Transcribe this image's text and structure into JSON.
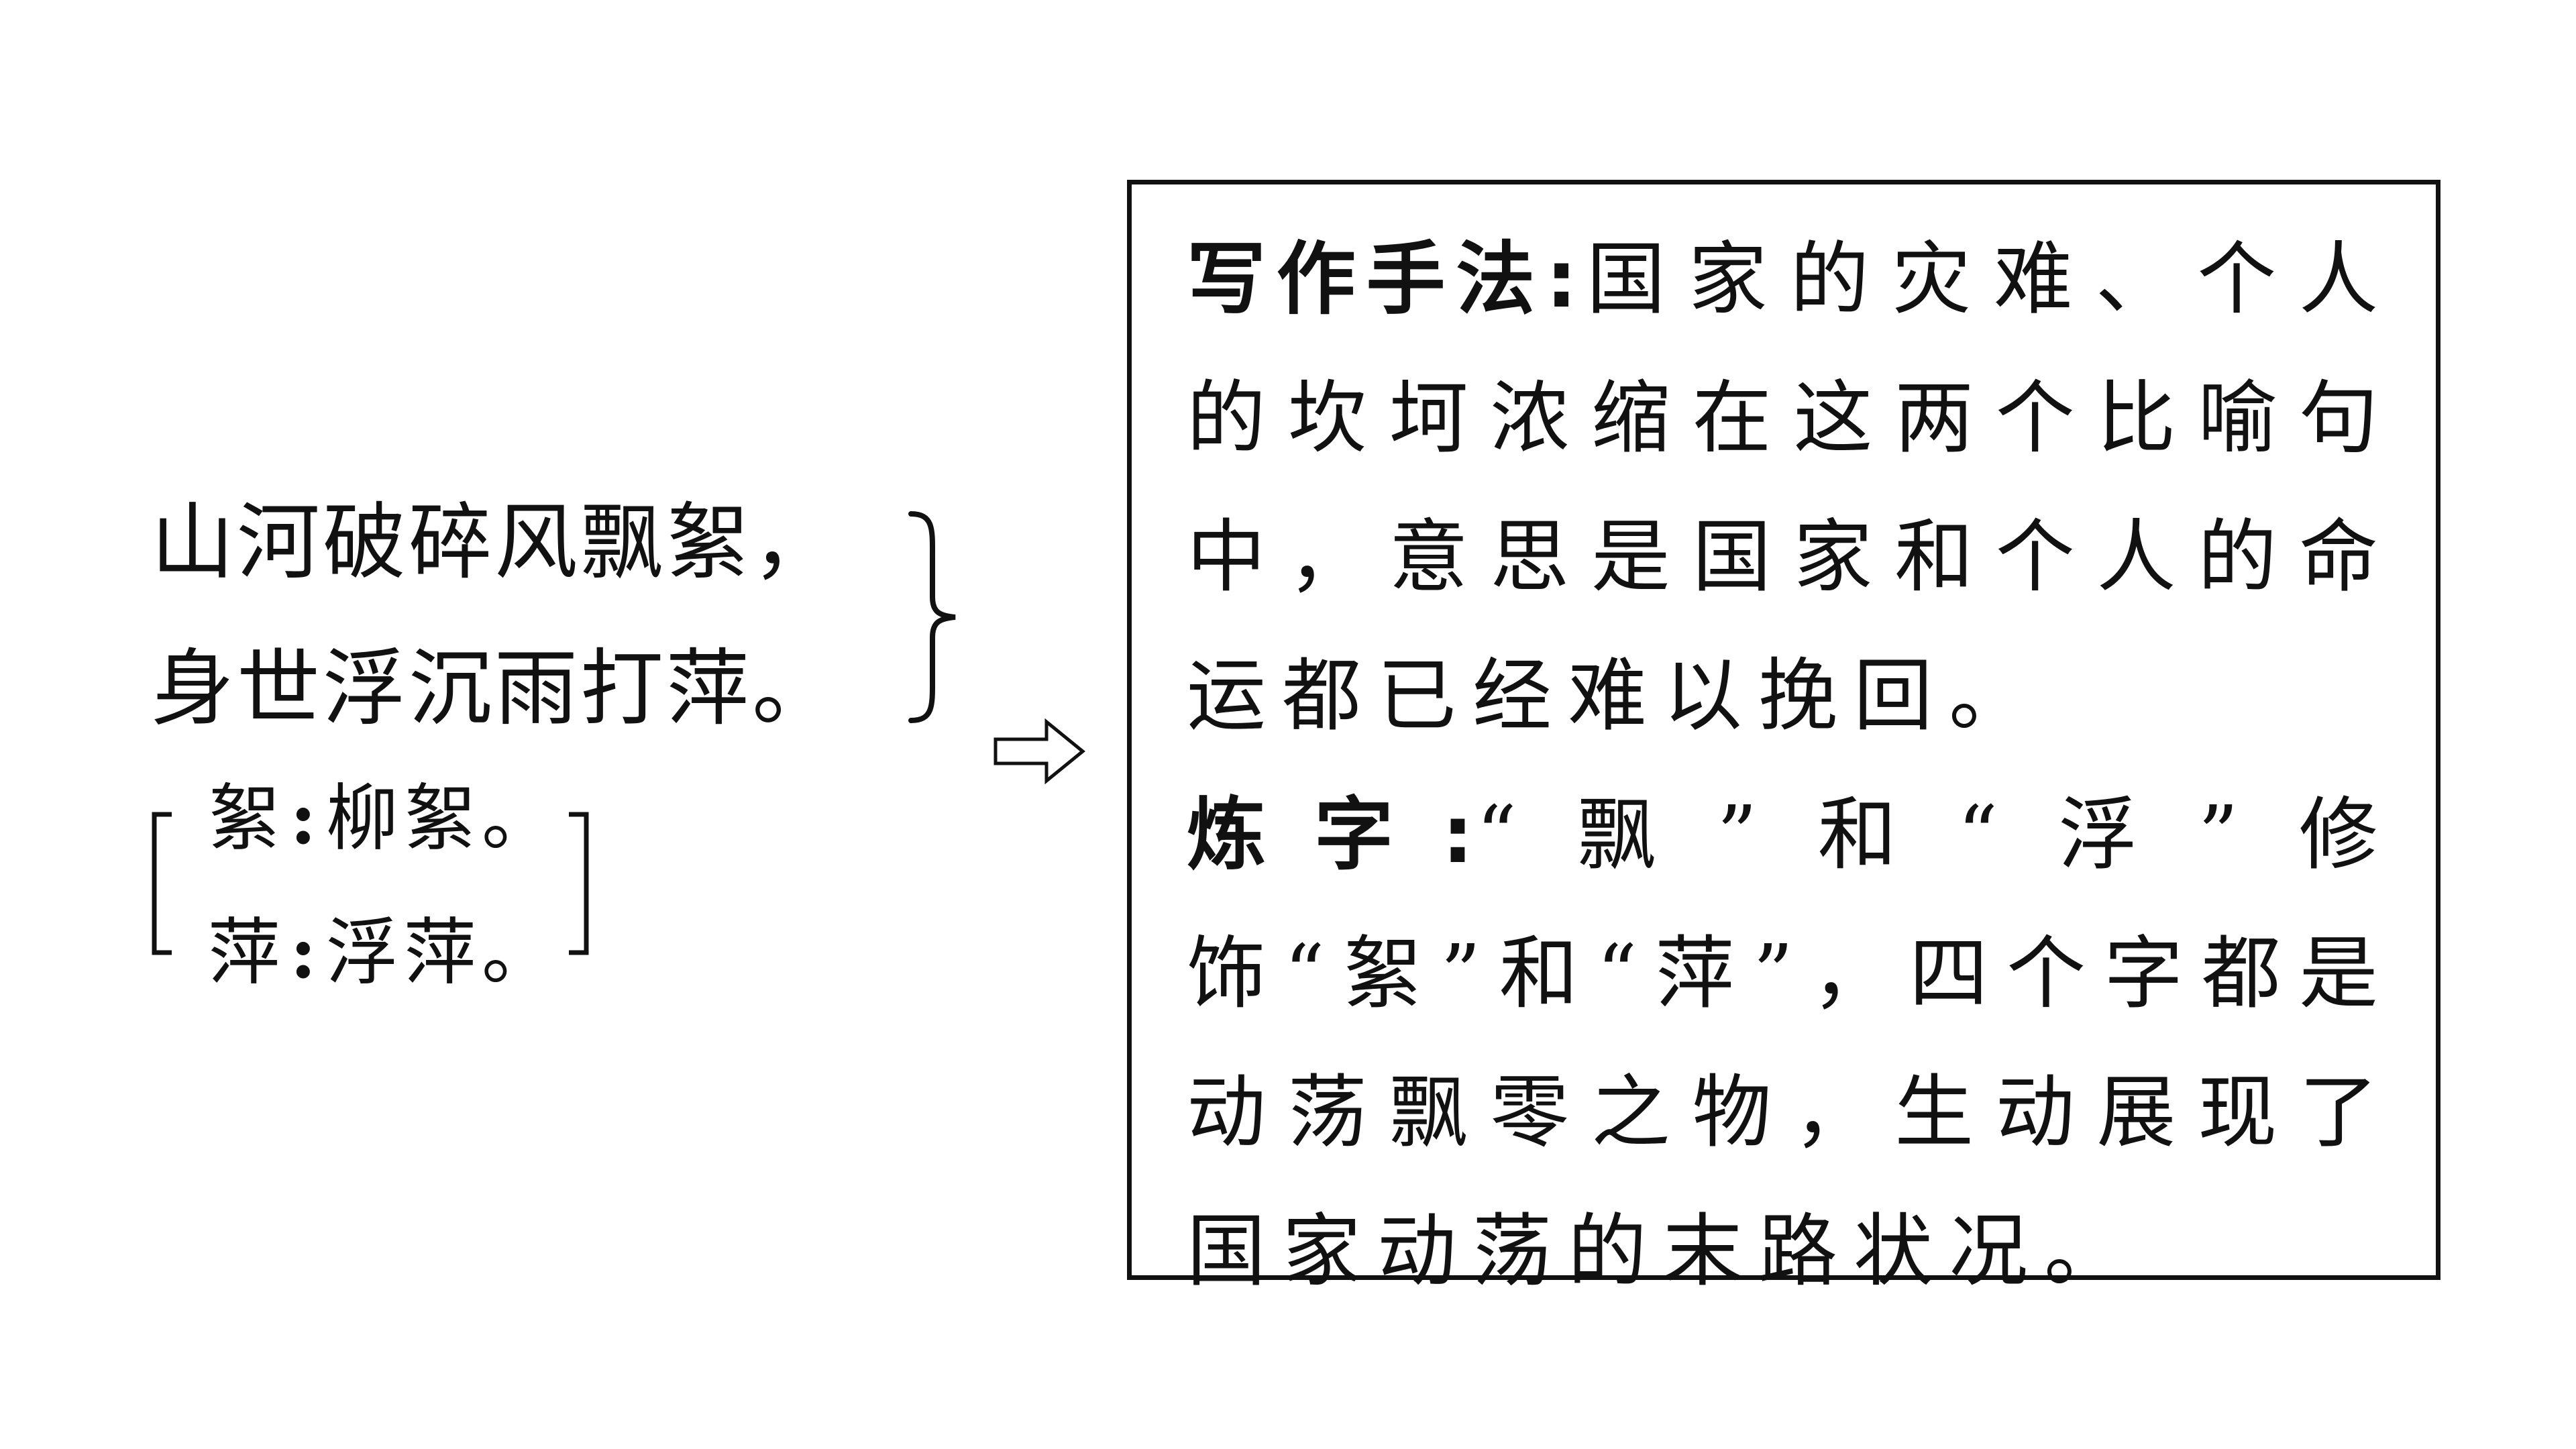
{
  "poem": {
    "line1": "山河破碎风飘絮，",
    "line2": "身世浮沉雨打萍。"
  },
  "notes": [
    {
      "term": "絮",
      "colon": ":",
      "meaning": "柳絮。"
    },
    {
      "term": "萍",
      "colon": ":",
      "meaning": "浮萍。"
    }
  ],
  "arrow_icon": "outline-right-arrow",
  "analysis": {
    "technique": {
      "label": "写作手法",
      "colon": ":",
      "text": "国家的灾难、个人的坎坷浓缩在这两个比喻句中，意思是国家和个人的命运都已经难以挽回。"
    },
    "word_refinement": {
      "label": "炼字",
      "colon": ":",
      "text": "“飘”和“浮”修饰“絮”和“萍”，四个字都是动荡飘零之物，生动展现了国家动荡的末路状况。"
    }
  }
}
